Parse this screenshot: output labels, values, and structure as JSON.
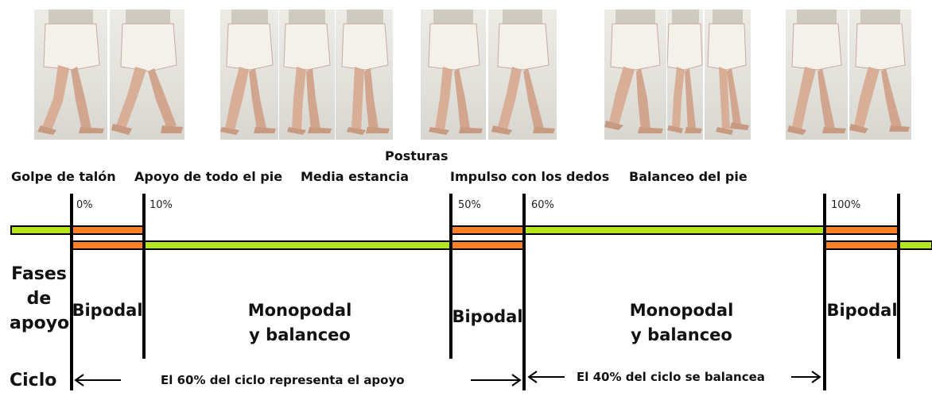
{
  "title": "Posturas",
  "postures": [
    {
      "label": "Golpe de talón"
    },
    {
      "label": "Apoyo de todo el pie"
    },
    {
      "label": "Media estancia"
    },
    {
      "label": "Impulso con los dedos"
    },
    {
      "label": "Balanceo del pie"
    }
  ],
  "percentages": [
    "0%",
    "10%",
    "50%",
    "60%",
    "100%"
  ],
  "rows": {
    "fases_line1": "Fases",
    "fases_line2": "de",
    "fases_line3": "apoyo",
    "ciclo": "Ciclo"
  },
  "phases": {
    "bipodal": "Bipodal",
    "monopodal_line1": "Monopodal",
    "monopodal_line2": "y balanceo"
  },
  "cycle_notes": {
    "apoyo": "El 60% del ciclo representa el apoyo",
    "balanceo": "El 40% del ciclo se balancea"
  },
  "colors": {
    "green_bar": "#b5e61d",
    "orange_bar": "#ff7f27",
    "line": "#000000"
  },
  "photos": [
    {
      "name": "photo-heel-strike-a",
      "icon": "walking-legs"
    },
    {
      "name": "photo-heel-strike-b",
      "icon": "walking-legs"
    },
    {
      "name": "photo-foot-flat-a",
      "icon": "walking-legs"
    },
    {
      "name": "photo-foot-flat-b",
      "icon": "walking-legs"
    },
    {
      "name": "photo-foot-flat-c",
      "icon": "walking-legs"
    },
    {
      "name": "photo-midstance-a",
      "icon": "walking-legs"
    },
    {
      "name": "photo-midstance-b",
      "icon": "walking-legs"
    },
    {
      "name": "photo-toe-off-a",
      "icon": "walking-legs"
    },
    {
      "name": "photo-toe-off-b",
      "icon": "walking-legs"
    },
    {
      "name": "photo-toe-off-c",
      "icon": "walking-legs"
    },
    {
      "name": "photo-swing-a",
      "icon": "walking-legs"
    },
    {
      "name": "photo-swing-b",
      "icon": "walking-legs"
    }
  ]
}
